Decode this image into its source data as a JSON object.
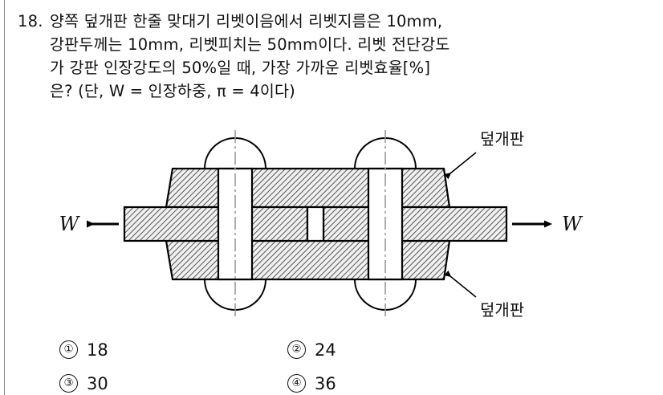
{
  "question": {
    "number": "18.",
    "lines": [
      "양쪽 덮개판 한줄 맞대기 리벳이음에서 리벳지름은 10mm,",
      "강판두께는 10mm, 리벳피치는 50mm이다. 리벳 전단강도",
      "가 강판 인장강도의 50%일 때, 가장 가까운 리벳효율[%]",
      "은? (단, W = 인장하중, π = 4이다)"
    ]
  },
  "figure": {
    "load_label_left": "W",
    "load_label_right": "W",
    "callout_top": "덮개판",
    "callout_bottom": "덮개판",
    "line_color": "#000000",
    "hatch_color": "#4a4a4a",
    "hatch_bg": "#f2f2f2",
    "centerline_color": "#9a9a9a"
  },
  "choices": [
    {
      "mark": "①",
      "value": "18"
    },
    {
      "mark": "②",
      "value": "24"
    },
    {
      "mark": "③",
      "value": "30"
    },
    {
      "mark": "④",
      "value": "36"
    }
  ]
}
